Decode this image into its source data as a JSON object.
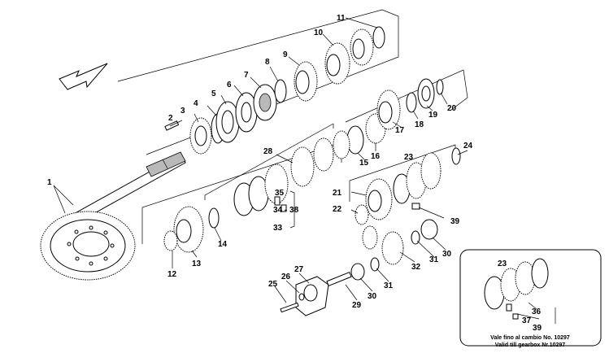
{
  "callouts": {
    "c1": "1",
    "c2": "2",
    "c3": "3",
    "c4": "4",
    "c5": "5",
    "c6": "6",
    "c7": "7",
    "c8": "8",
    "c9": "9",
    "c10": "10",
    "c11": "11",
    "c12": "12",
    "c13": "13",
    "c14": "14",
    "c15": "15",
    "c16": "16",
    "c17": "17",
    "c18": "18",
    "c19": "19",
    "c20": "20",
    "c21": "21",
    "c22": "22",
    "c23": "23",
    "c24": "24",
    "c25": "25",
    "c26": "26",
    "c27": "27",
    "c28": "28",
    "c29": "29",
    "c30": "30",
    "c31": "31",
    "c32": "32",
    "c33": "33",
    "c34_38": "34 - 38",
    "c35": "35",
    "c39": "39",
    "c30b": "30",
    "c31b": "31",
    "c23b": "23",
    "c36": "36",
    "c37": "37",
    "c39b": "39"
  },
  "inset_note": {
    "line1": "Vale fino al cambio No. 10297",
    "line2": "Valid till gearbox Nr.10297"
  }
}
